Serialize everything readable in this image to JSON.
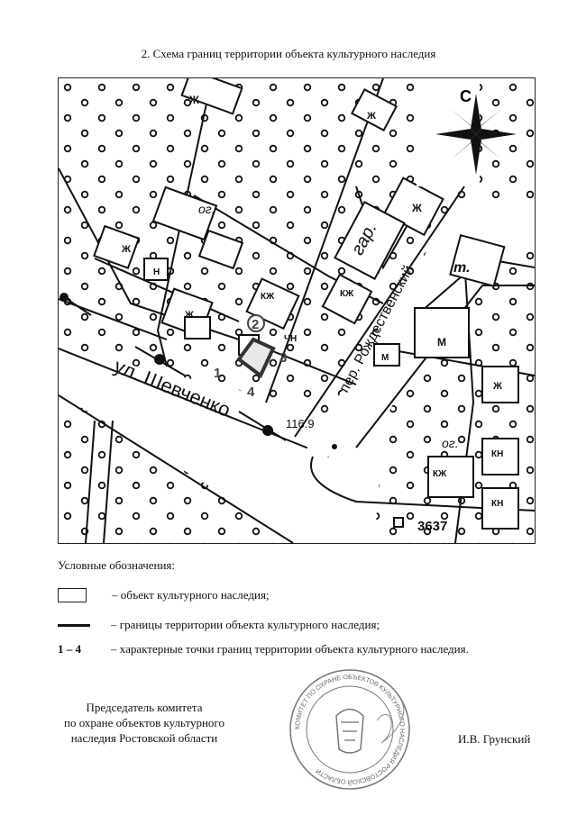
{
  "document": {
    "title": "2. Схема границ территории объекта культурного наследия"
  },
  "map": {
    "north_letter": "С",
    "street_main": "ул. Шевченко",
    "street_side": "пер. Рождественский",
    "labels": {
      "garage": "гар.",
      "garden1": "ог.",
      "garden2": "ог.",
      "t_label": "т.",
      "zh": "Ж",
      "kzh": "КЖ",
      "kn": "КН",
      "n": "Н",
      "m": "М",
      "ch": "ЧН"
    },
    "elevations": [
      "116.9",
      "3637"
    ],
    "points": [
      "1",
      "2",
      "3",
      "4"
    ]
  },
  "legend": {
    "title": "Условные обозначения:",
    "items": [
      {
        "symbol": "",
        "text": "– объект культурного наследия;"
      },
      {
        "symbol": "",
        "text": "– границы территории объекта культурного наследия;"
      },
      {
        "symbol": "1 – 4",
        "text": "– характерные точки границ территории объекта культурного наследия."
      }
    ]
  },
  "signature": {
    "position_line1": "Председатель комитета",
    "position_line2": "по охране объектов культурного",
    "position_line3": "наследия Ростовской области",
    "name": "И.В. Грунский"
  },
  "seal": {
    "text": "КОМИТЕТ ПО ОХРАНЕ ОБЪЕКТОВ КУЛЬТУРНОГО НАСЛЕДИЯ РОСТОВСКОЙ ОБЛАСТИ"
  }
}
